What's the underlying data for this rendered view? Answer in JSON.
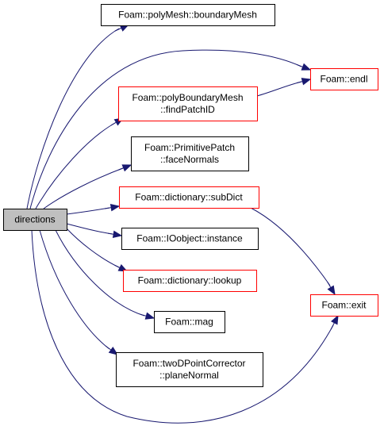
{
  "colors": {
    "node_border_default": "#000000",
    "node_border_external": "#ff0000",
    "root_fill": "#bfbfbf",
    "edge": "#191970",
    "background": "#ffffff"
  },
  "nodes": [
    {
      "id": "directions",
      "lines": [
        "directions"
      ],
      "style": "root"
    },
    {
      "id": "boundaryMesh",
      "lines": [
        "Foam::polyMesh::boundaryMesh"
      ],
      "style": "default"
    },
    {
      "id": "endl",
      "lines": [
        "Foam::endl"
      ],
      "style": "external"
    },
    {
      "id": "findPatchID",
      "lines": [
        "Foam::polyBoundaryMesh",
        "::findPatchID"
      ],
      "style": "external"
    },
    {
      "id": "faceNormals",
      "lines": [
        "Foam::PrimitivePatch",
        "::faceNormals"
      ],
      "style": "default"
    },
    {
      "id": "subDict",
      "lines": [
        "Foam::dictionary::subDict"
      ],
      "style": "external"
    },
    {
      "id": "instance",
      "lines": [
        "Foam::IOobject::instance"
      ],
      "style": "default"
    },
    {
      "id": "lookup",
      "lines": [
        "Foam::dictionary::lookup"
      ],
      "style": "external"
    },
    {
      "id": "exit",
      "lines": [
        "Foam::exit"
      ],
      "style": "external"
    },
    {
      "id": "mag",
      "lines": [
        "Foam::mag"
      ],
      "style": "default"
    },
    {
      "id": "planeNormal",
      "lines": [
        "Foam::twoDPointCorrector",
        "::planeNormal"
      ],
      "style": "default"
    }
  ],
  "edges": [
    {
      "from": "directions",
      "to": "boundaryMesh"
    },
    {
      "from": "directions",
      "to": "endl"
    },
    {
      "from": "directions",
      "to": "findPatchID"
    },
    {
      "from": "directions",
      "to": "faceNormals"
    },
    {
      "from": "directions",
      "to": "subDict"
    },
    {
      "from": "directions",
      "to": "instance"
    },
    {
      "from": "directions",
      "to": "lookup"
    },
    {
      "from": "directions",
      "to": "mag"
    },
    {
      "from": "directions",
      "to": "planeNormal"
    },
    {
      "from": "directions",
      "to": "exit"
    },
    {
      "from": "findPatchID",
      "to": "endl"
    },
    {
      "from": "subDict",
      "to": "exit"
    }
  ]
}
